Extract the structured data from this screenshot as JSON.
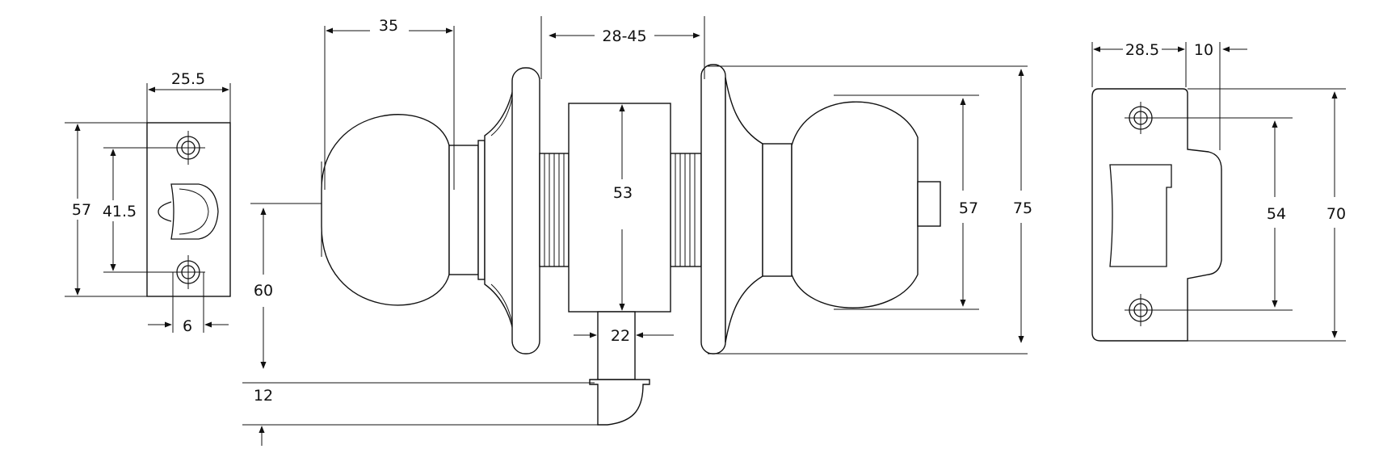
{
  "latch": {
    "dim_width": "25.5",
    "dim_height": "57",
    "dim_hole_spacing": "41.5",
    "dim_hole_offset": "6"
  },
  "knobset": {
    "dim_knob_length": "35",
    "dim_door_thickness": "28-45",
    "dim_body_height": "53",
    "dim_backset": "60",
    "dim_spindle": "22",
    "dim_latch_tail": "12",
    "dim_knob_diameter": "57",
    "dim_rose_diameter": "75"
  },
  "strike": {
    "dim_width": "28.5",
    "dim_lip": "10",
    "dim_hole_spacing": "54",
    "dim_height": "70"
  },
  "colors": {
    "line": "#111111",
    "background": "#ffffff"
  }
}
